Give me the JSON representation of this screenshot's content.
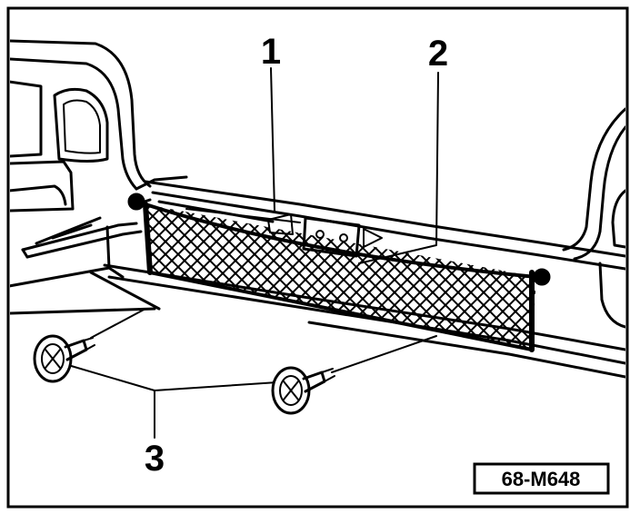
{
  "callouts": {
    "c1": "1",
    "c2": "2",
    "c3": "3"
  },
  "figure_ref": "68-M648",
  "colors": {
    "ink": "#000000",
    "paper": "#ffffff"
  }
}
